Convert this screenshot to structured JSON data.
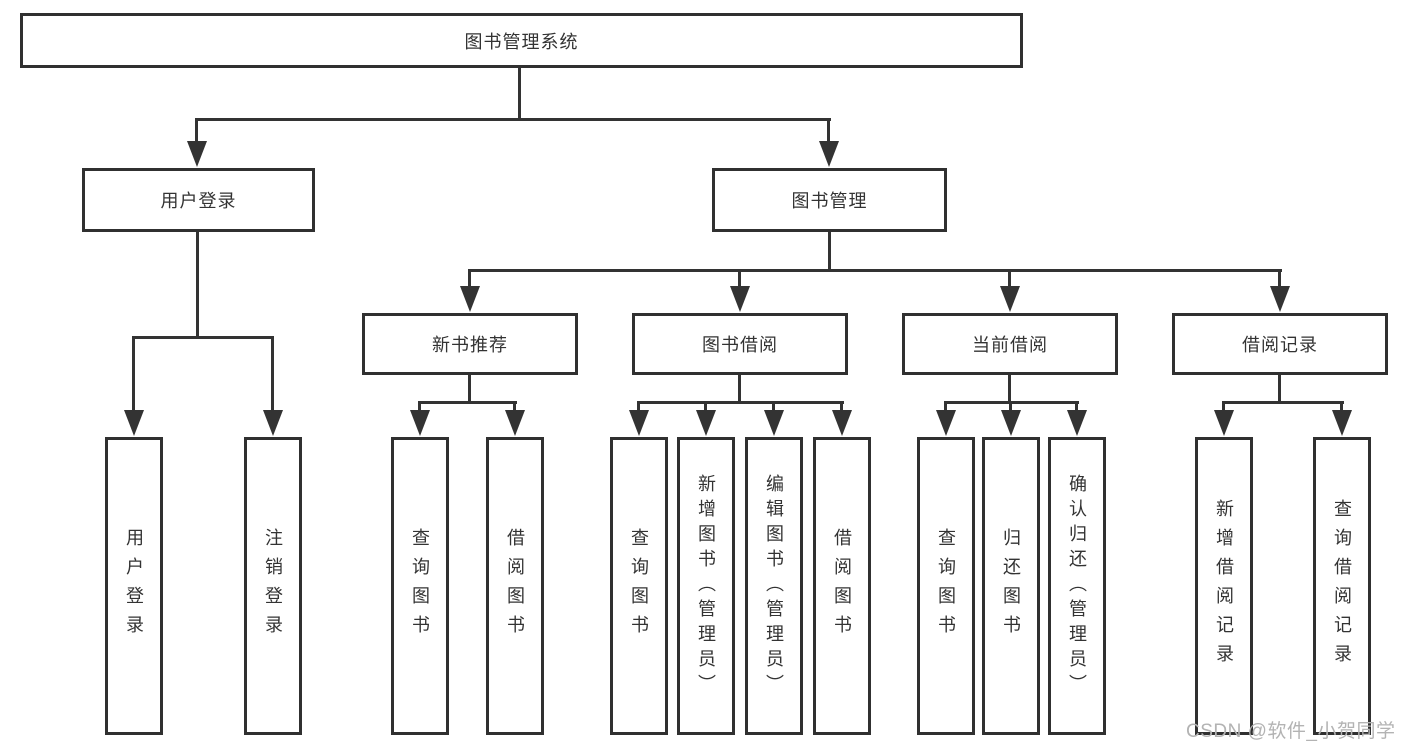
{
  "root": {
    "label": "图书管理系统"
  },
  "branches": [
    {
      "label": "用户登录",
      "children": [
        {
          "label": "用户登录"
        },
        {
          "label": "注销登录"
        }
      ]
    },
    {
      "label": "图书管理",
      "sections": [
        {
          "label": "新书推荐",
          "children": [
            {
              "label": "查询图书"
            },
            {
              "label": "借阅图书"
            }
          ]
        },
        {
          "label": "图书借阅",
          "children": [
            {
              "label": "查询图书"
            },
            {
              "label": "新增图书（管理员）"
            },
            {
              "label": "编辑图书（管理员）"
            },
            {
              "label": "借阅图书"
            }
          ]
        },
        {
          "label": "当前借阅",
          "children": [
            {
              "label": "查询图书"
            },
            {
              "label": "归还图书"
            },
            {
              "label": "确认归还（管理员）"
            }
          ]
        },
        {
          "label": "借阅记录",
          "children": [
            {
              "label": "新增借阅记录"
            },
            {
              "label": "查询借阅记录"
            }
          ]
        }
      ]
    }
  ],
  "watermark": "CSDN @软件_小贺同学",
  "colors": {
    "line": "#333333",
    "box_border": "#303030",
    "text": "#333333",
    "watermark": "#b3b3b3",
    "background": "#ffffff"
  }
}
